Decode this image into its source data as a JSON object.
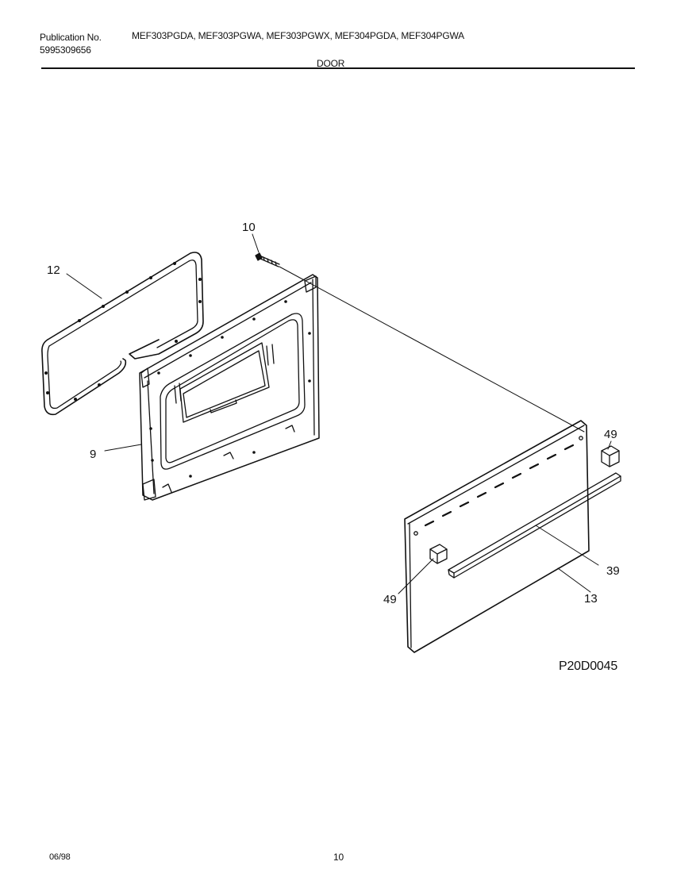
{
  "header": {
    "publication_label": "Publication No.",
    "publication_number": "5995309656",
    "models": "MEF303PGDA, MEF303PGWA, MEF303PGWX, MEF304PGDA, MEF304PGWA",
    "section_title": "DOOR"
  },
  "callouts": {
    "seal": "12",
    "screw": "10",
    "inner_door": "9",
    "bracket_right": "49",
    "bracket_left": "49",
    "handle": "39",
    "outer_panel": "13"
  },
  "drawing_code": "P20D0045",
  "footer": {
    "date": "06/98",
    "page": "10"
  }
}
